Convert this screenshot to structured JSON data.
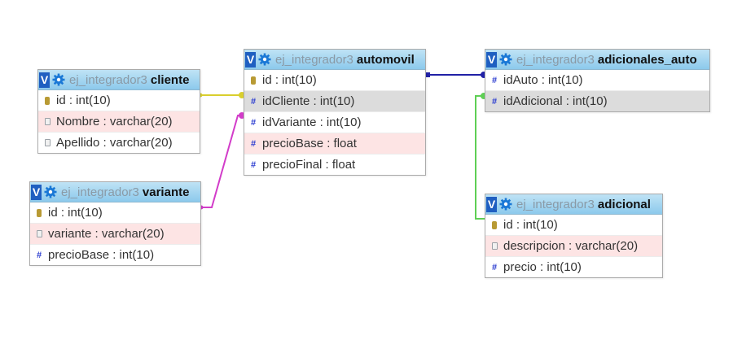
{
  "colors": {
    "link_cliente": "#d9cf2e",
    "link_variante": "#d23cc9",
    "link_adicionales": "#2121a6",
    "link_adicional": "#5fcf55"
  },
  "tables": {
    "cliente": {
      "db": "ej_integrador3",
      "name": "cliente",
      "toggle": "V",
      "columns": [
        {
          "text": "id : int(10)",
          "icon": "key-icon"
        },
        {
          "text": "Nombre : varchar(20)",
          "icon": "text-field-icon"
        },
        {
          "text": "Apellido : varchar(20)",
          "icon": "text-field-icon"
        }
      ]
    },
    "variante": {
      "db": "ej_integrador3",
      "name": "variante",
      "toggle": "V",
      "columns": [
        {
          "text": "id : int(10)",
          "icon": "key-icon"
        },
        {
          "text": "variante : varchar(20)",
          "icon": "text-field-icon"
        },
        {
          "text": "precioBase : int(10)",
          "icon": "number-icon"
        }
      ]
    },
    "automovil": {
      "db": "ej_integrador3",
      "name": "automovil",
      "toggle": "V",
      "columns": [
        {
          "text": "id : int(10)",
          "icon": "key-icon"
        },
        {
          "text": "idCliente : int(10)",
          "icon": "number-icon"
        },
        {
          "text": "idVariante : int(10)",
          "icon": "number-icon"
        },
        {
          "text": "precioBase : float",
          "icon": "number-icon"
        },
        {
          "text": "precioFinal : float",
          "icon": "number-icon"
        }
      ]
    },
    "adicionales_auto": {
      "db": "ej_integrador3",
      "name": "adicionales_auto",
      "toggle": "V",
      "columns": [
        {
          "text": "idAuto : int(10)",
          "icon": "number-icon"
        },
        {
          "text": "idAdicional : int(10)",
          "icon": "number-icon"
        }
      ]
    },
    "adicional": {
      "db": "ej_integrador3",
      "name": "adicional",
      "toggle": "V",
      "columns": [
        {
          "text": "id : int(10)",
          "icon": "key-icon"
        },
        {
          "text": "descripcion : varchar(20)",
          "icon": "text-field-icon"
        },
        {
          "text": "precio : int(10)",
          "icon": "number-icon"
        }
      ]
    }
  }
}
